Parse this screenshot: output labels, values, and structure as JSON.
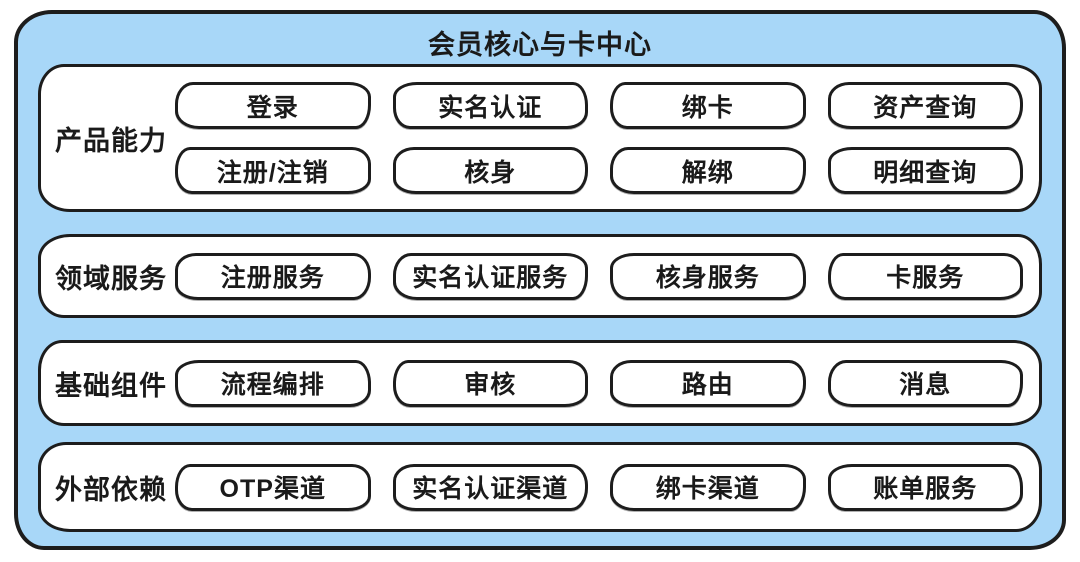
{
  "title": "会员核心与卡中心",
  "colors": {
    "page_bg": "#ffffff",
    "container_fill": "#A8D7F8",
    "box_fill": "#FFFFFF",
    "stroke": "#1d1d1d",
    "text": "#1a1a1a"
  },
  "sections": [
    {
      "label": "产品能力",
      "rows": [
        [
          "登录",
          "实名认证",
          "绑卡",
          "资产查询"
        ],
        [
          "注册/注销",
          "核身",
          "解绑",
          "明细查询"
        ]
      ]
    },
    {
      "label": "领域服务",
      "rows": [
        [
          "注册服务",
          "实名认证服务",
          "核身服务",
          "卡服务"
        ]
      ]
    },
    {
      "label": "基础组件",
      "rows": [
        [
          "流程编排",
          "审核",
          "路由",
          "消息"
        ]
      ]
    },
    {
      "label": "外部依赖",
      "rows": [
        [
          "OTP渠道",
          "实名认证渠道",
          "绑卡渠道",
          "账单服务"
        ]
      ]
    }
  ]
}
